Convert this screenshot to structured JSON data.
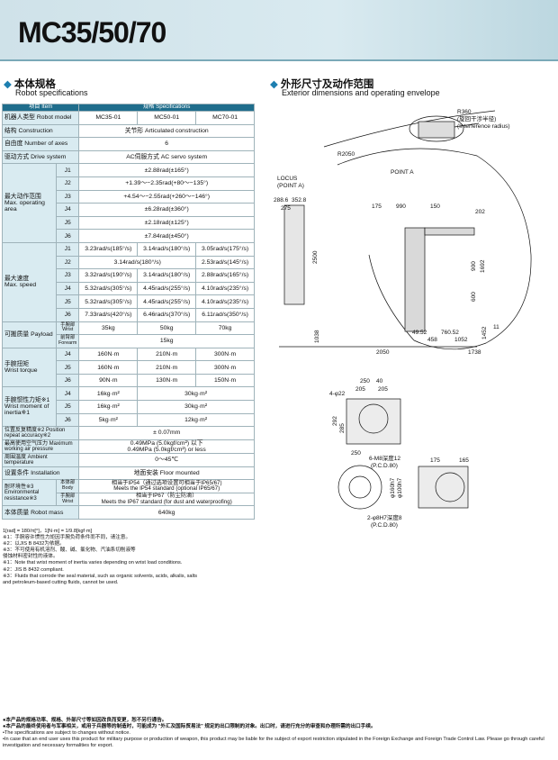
{
  "page": {
    "title": "MC35/50/70"
  },
  "spec_section": {
    "title_cn": "本体规格",
    "title_en": "Robot specifications"
  },
  "dim_section": {
    "title_cn": "外形尺寸及动作范围",
    "title_en": "Exterior dimensions and operating envelope"
  },
  "table": {
    "header_item": "项目  Item",
    "header_spec": "规格  Specifications",
    "model_label": "机器人类型  Robot model",
    "models": [
      "MC35-01",
      "MC50-01",
      "MC70-01"
    ],
    "construction_label": "结构  Construction",
    "construction": "关节形  Articulated construction",
    "axes_label": "自由度  Number of axes",
    "axes": "6",
    "drive_label": "驱动方式  Drive system",
    "drive": "AC伺服方式  AC servo system",
    "range_label_cn": "最大动作范围",
    "range_label_en": "Max. operating area",
    "range_rows": [
      {
        "j": "J1",
        "v": "±2.88rad(±165°)"
      },
      {
        "j": "J2",
        "v": "+1.39～−2.35rad(+80～−135°)"
      },
      {
        "j": "J3",
        "v": "+4.54～−2.55rad(+260～−146°)"
      },
      {
        "j": "J4",
        "v": "±6.28rad(±360°)"
      },
      {
        "j": "J5",
        "v": "±2.18rad(±125°)"
      },
      {
        "j": "J6",
        "v": "±7.84rad(±450°)"
      }
    ],
    "speed_label_cn": "最大速度",
    "speed_label_en": "Max. speed",
    "speed_rows": [
      {
        "j": "J1",
        "a": "3.23rad/s(185°/s)",
        "b": "3.14rad/s(180°/s)",
        "c": "3.05rad/s(175°/s)"
      },
      {
        "j": "J2",
        "ab": "3.14rad/s(180°/s)",
        "c": "2.53rad/s(145°/s)"
      },
      {
        "j": "J3",
        "a": "3.32rad/s(190°/s)",
        "b": "3.14rad/s(180°/s)",
        "c": "2.88rad/s(165°/s)"
      },
      {
        "j": "J4",
        "a": "5.32rad/s(305°/s)",
        "b": "4.45rad/s(255°/s)",
        "c": "4.10rad/s(235°/s)"
      },
      {
        "j": "J5",
        "a": "5.32rad/s(305°/s)",
        "b": "4.45rad/s(255°/s)",
        "c": "4.10rad/s(235°/s)"
      },
      {
        "j": "J6",
        "a": "7.33rad/s(420°/s)",
        "b": "6.46rad/s(370°/s)",
        "c": "6.11rad/s(350°/s)"
      }
    ],
    "payload_label": "可搬质量  Payload",
    "wrist_label": "手腕部 Wrist",
    "forearm_label": "前臂部 Forearm",
    "payload_wrist": [
      "35kg",
      "50kg",
      "70kg"
    ],
    "payload_forearm": "15kg",
    "torque_label_cn": "手腕扭矩",
    "torque_label_en": "Wrist torque",
    "torque_rows": [
      {
        "j": "J4",
        "a": "160N·m",
        "b": "210N·m",
        "c": "300N·m"
      },
      {
        "j": "J5",
        "a": "160N·m",
        "b": "210N·m",
        "c": "300N·m"
      },
      {
        "j": "J6",
        "a": "90N·m",
        "b": "130N·m",
        "c": "150N·m"
      }
    ],
    "inertia_label_cn": "手腕惯性力矩※1",
    "inertia_label_en": "Wrist moment of inertia※1",
    "inertia_rows": [
      {
        "j": "J4",
        "a": "16kg·m²",
        "bc": "30kg·m²"
      },
      {
        "j": "J5",
        "a": "16kg·m²",
        "bc": "30kg·m²"
      },
      {
        "j": "J6",
        "a": "5kg·m²",
        "bc": "12kg·m²"
      }
    ],
    "repeat_label": "位置反复精度※2 Position repeat accuracy※2",
    "repeat": "± 0.07mm",
    "air_label": "最高使用空气压力 Maximum working air pressure",
    "air_1": "0.49MPa (5.0kgf/cm²) 以下",
    "air_2": "0.49MPa (5.0kgf/cm²) or less",
    "temp_label": "周围温度  Ambient temperature",
    "temp": "0～45℃",
    "install_label": "设置条件  Installation",
    "install": "地面安装  Floor mounted",
    "env_label": "耐环境性※3 Environmental resistance※3",
    "body_label": "本体部 Body",
    "env_body_1": "相当于IP54（通过选项设置可相当于IP65/67)",
    "env_body_2": "Meets the IP54 standard (optional IP65/67)",
    "env_wrist_label": "手腕部 Wrist",
    "env_wrist_1": "相当于IP67（防尘防滴）",
    "env_wrist_2": "Meets the IP67 standard (for dust and waterproofing)",
    "mass_label": "本体质量  Robot mass",
    "mass": "640kg"
  },
  "notes": [
    "1[rad] = 180/π[°]，1[N·m] = 1/9.8[kgf·m]",
    "※1：手腕容许惯性力矩因手腕负荷条件而不同，请注意。",
    "※2：以JIS B 8432为依据。",
    "※3：不可使用有机溶剂、酸、碱、氯化物、汽油系切削液等",
    "        侵蚀材料密封性的液体。",
    "※1：Note that wrist moment of inertia varies depending on wrist load conditions.",
    "※2：JIS B 8432 compliant.",
    "※3：Fluids that corrode the seal material, such as organic solvents, acids, alkalis, salts",
    "        and petroleum-based cutting fluids, cannot be used."
  ],
  "footer": [
    "●本产品的规格功率、规格、外部尺寸等如因改良而变更，恕不另行通告。",
    "●本产品的最终使用者与军事相关，或用于兵器等的制造时，可能成为 \"外汇及国际贸易法\" 规定的出口限制的对象。出口时，请进行充分的审查和办理所需的出口手续。",
    "•The specifications are subject to changes without notice.",
    "•In case that an end user uses this product for military purpose or production of weapon, this product may be liable for the subject of export restriction stipulated in the Foreign Exchange and Foreign Trade Control Law. Please go through careful investigation and necessary formalities for export."
  ],
  "drawing": {
    "r360": "R360",
    "r360_cn": "(旋回干涉半径)",
    "r360_en": "(Interference radius)",
    "r2050": "R2050",
    "point_a": "POINT A",
    "locus": "LOCUS",
    "locus_sub": "(POINT A)",
    "dims_top": [
      "175",
      "990",
      "150",
      "202"
    ],
    "dims_left": [
      "288.6",
      "352.8",
      "275"
    ],
    "d2500": "2500",
    "d900": "900",
    "d1692": "1692",
    "d600": "600",
    "d1038": "1038",
    "d2050": "2050",
    "d1738": "1738",
    "d4952": "49.52",
    "d76052": "760.52",
    "d458": "458",
    "d1052": "1052",
    "d1452": "1452",
    "d11": "11",
    "wrist_dims": [
      "250",
      "40",
      "205",
      "205",
      "4-φ22",
      "292",
      "285",
      "250"
    ],
    "flange_dims": [
      "6-M8深度12",
      "(P.C.D.80)",
      "175",
      "165",
      "φ160h7",
      "φ100h7",
      "2-φ8H7深度8",
      "(P.C.D.80)"
    ]
  }
}
